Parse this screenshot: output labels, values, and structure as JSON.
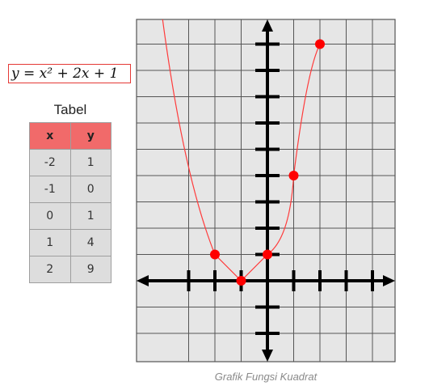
{
  "equation": "y = x² + 2x + 1",
  "table": {
    "title": "Tabel",
    "headers": [
      "x",
      "y"
    ],
    "rows": [
      {
        "x": "-2",
        "y": "1"
      },
      {
        "x": "-1",
        "y": "0"
      },
      {
        "x": "0",
        "y": "1"
      },
      {
        "x": "1",
        "y": "4"
      },
      {
        "x": "2",
        "y": "9"
      }
    ]
  },
  "caption": "Grafik Fungsi Kuadrat",
  "colors": {
    "curve": "#ff3b3b",
    "points": "#ff0000",
    "grid_fill": "#e6e6e6",
    "grid_line": "#555555",
    "axis": "#000000",
    "header_fill": "#f16a6a",
    "cell_fill": "#dddddd"
  },
  "chart_data": {
    "type": "line",
    "x": [
      -2,
      -1,
      0,
      1,
      2
    ],
    "y": [
      1,
      0,
      1,
      4,
      9
    ],
    "xlim": [
      -4,
      5
    ],
    "ylim": [
      -3,
      10
    ],
    "grid": true
  }
}
